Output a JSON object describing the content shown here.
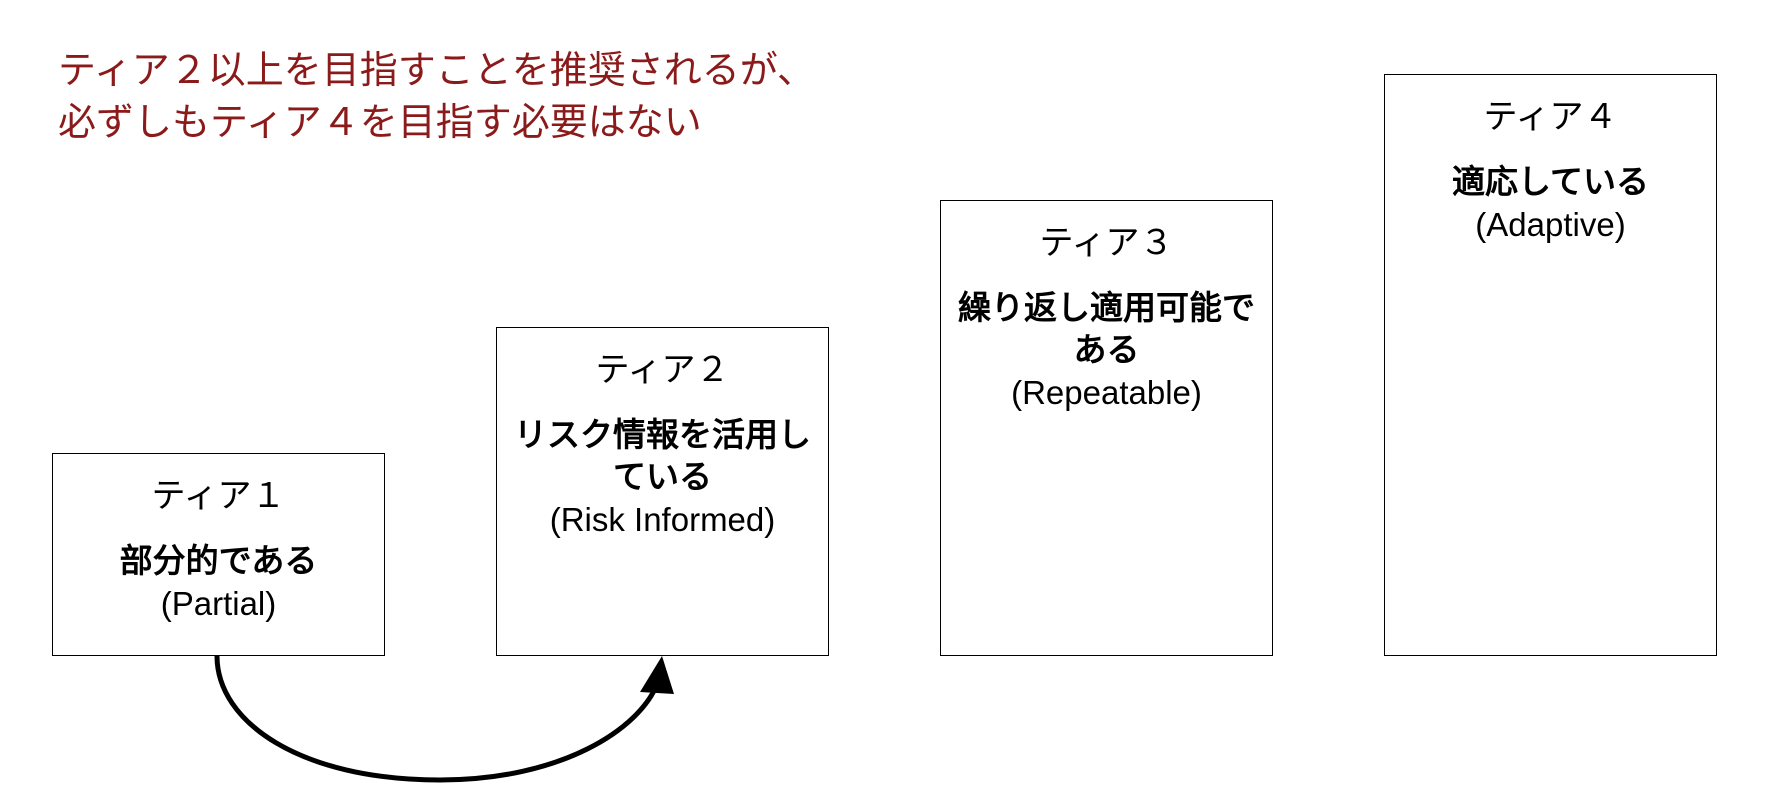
{
  "headline": {
    "line1": "ティア２以上を目指すことを推奨されるが、",
    "line2": "必ずしもティア４を目指す必要はない",
    "color": "#8b1a1a"
  },
  "tiers": [
    {
      "label": "ティア１",
      "name": "部分的である",
      "name_en": "(Partial)"
    },
    {
      "label": "ティア２",
      "name": "リスク情報を活用している",
      "name_en": "(Risk Informed)"
    },
    {
      "label": "ティア３",
      "name": "繰り返し適用可能である",
      "name_en": "(Repeatable)"
    },
    {
      "label": "ティア４",
      "name": "適応している",
      "name_en": "(Adaptive)"
    }
  ]
}
